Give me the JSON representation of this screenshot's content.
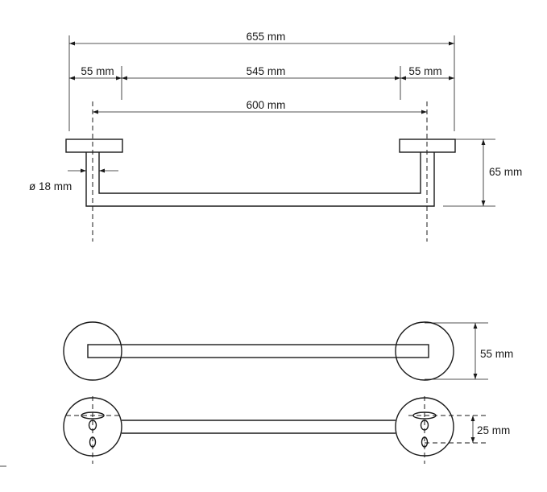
{
  "dimensions": {
    "overall": "655 mm",
    "rosette_left": "55 mm",
    "bar_span": "545 mm",
    "rosette_right": "55 mm",
    "centers": "600 mm",
    "depth": "65 mm",
    "tube_diameter": "ø 18 mm",
    "rosette_diameter": "55 mm",
    "hole_spacing": "25 mm"
  }
}
